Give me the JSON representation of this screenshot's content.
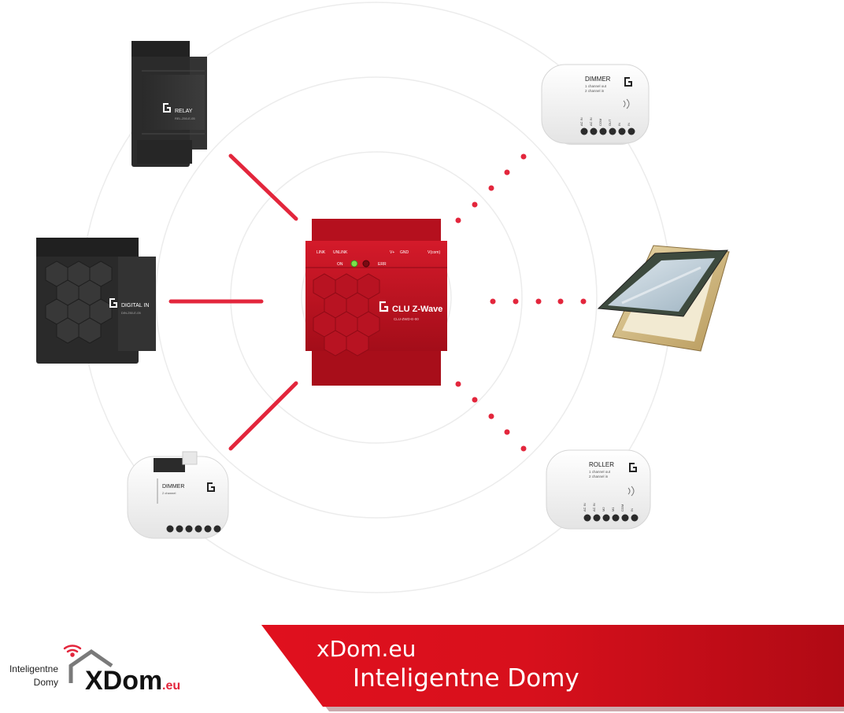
{
  "hub": {
    "name": "CLU Z-Wave",
    "code": "CLU-ZWD-E-00",
    "ports": [
      "LINK",
      "UNLINK",
      "V+",
      "GND",
      "V(com)"
    ],
    "leds": [
      "ON",
      "ERR"
    ],
    "color": "#c8101e"
  },
  "wired_modules": [
    {
      "name": "RELAY",
      "code": "REL-250-E-05"
    },
    {
      "name": "DIGITAL IN",
      "code": "DIN-250-E-05"
    },
    {
      "name": "DIMMER",
      "subtitle": "2 channel"
    }
  ],
  "wireless_modules": [
    {
      "name": "DIMMER",
      "subtitle1": "1 channel out",
      "subtitle2": "2 channel in",
      "terminals": [
        "AC IN",
        "AC IN",
        "COM",
        "OUT",
        "IN",
        "IN"
      ]
    },
    {
      "name": "ROLLER",
      "subtitle1": "1 channel out",
      "subtitle2": "2 channel in",
      "terminals": [
        "AC IN",
        "AC IN",
        "M2",
        "M1",
        "COM",
        "IN"
      ]
    }
  ],
  "accent_color": "#e3263c",
  "footer": {
    "logo_caption_line1": "Inteligentne",
    "logo_caption_line2": "Domy",
    "logo_word": "XDom",
    "logo_tld": ".eu",
    "banner_line1": "xDom.eu",
    "banner_line2": "Inteligentne Domy",
    "banner_color": "#e0101e"
  }
}
